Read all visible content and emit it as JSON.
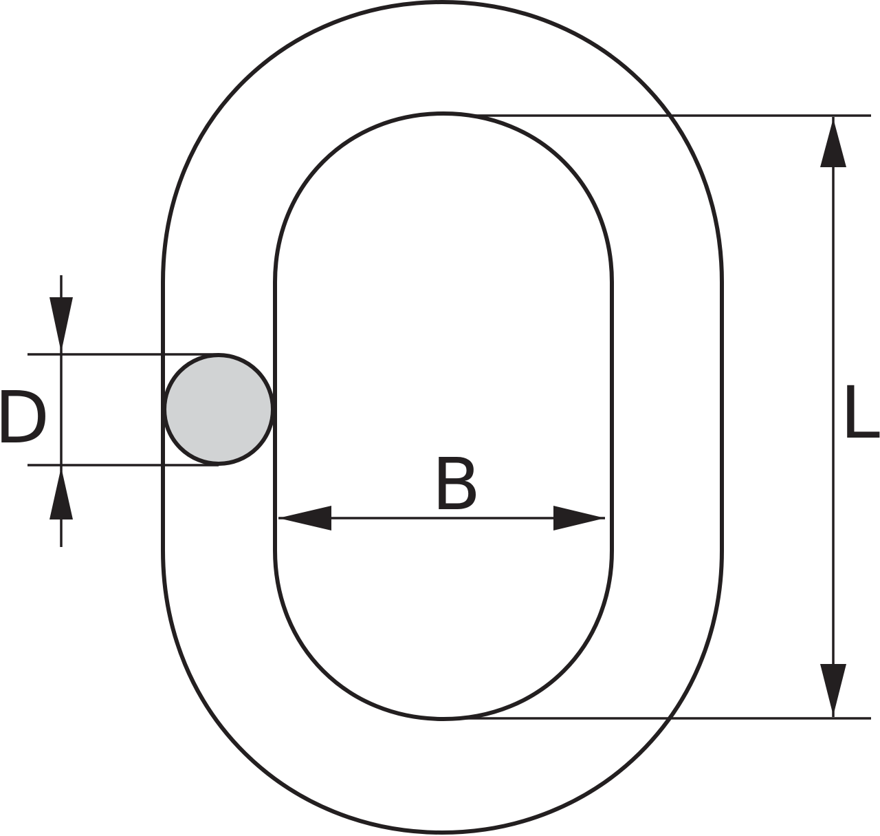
{
  "labels": {
    "diameter": "D",
    "inner_width": "B",
    "inner_length": "L"
  },
  "colors": {
    "stroke": "#231f20",
    "cross_section_fill": "#d1d3d4",
    "background": "#ffffff"
  }
}
